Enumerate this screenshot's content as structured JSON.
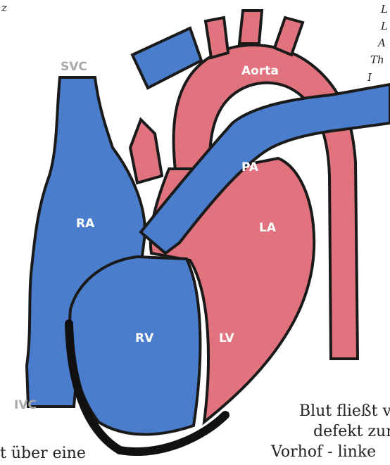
{
  "diagram": {
    "labels": {
      "svc": "SVC",
      "ivc": "IVC",
      "aorta": "Aorta",
      "pa": "PA",
      "ra": "RA",
      "la": "LA",
      "rv": "RV",
      "lv": "LV"
    }
  },
  "text": {
    "top_left_fragment": "z",
    "right_fragments": [
      "L",
      "L",
      "A",
      "Th",
      "I"
    ],
    "bottom_left_fragment": "t über eine",
    "caption_lines": [
      "Blut fließt v",
      "defekt zur l",
      "Vorhof - linke"
    ]
  },
  "colors": {
    "oxygenated_red": "#e0737d",
    "deoxygenated_blue": "#4a7dcc",
    "outline": "#1a1a1a"
  }
}
